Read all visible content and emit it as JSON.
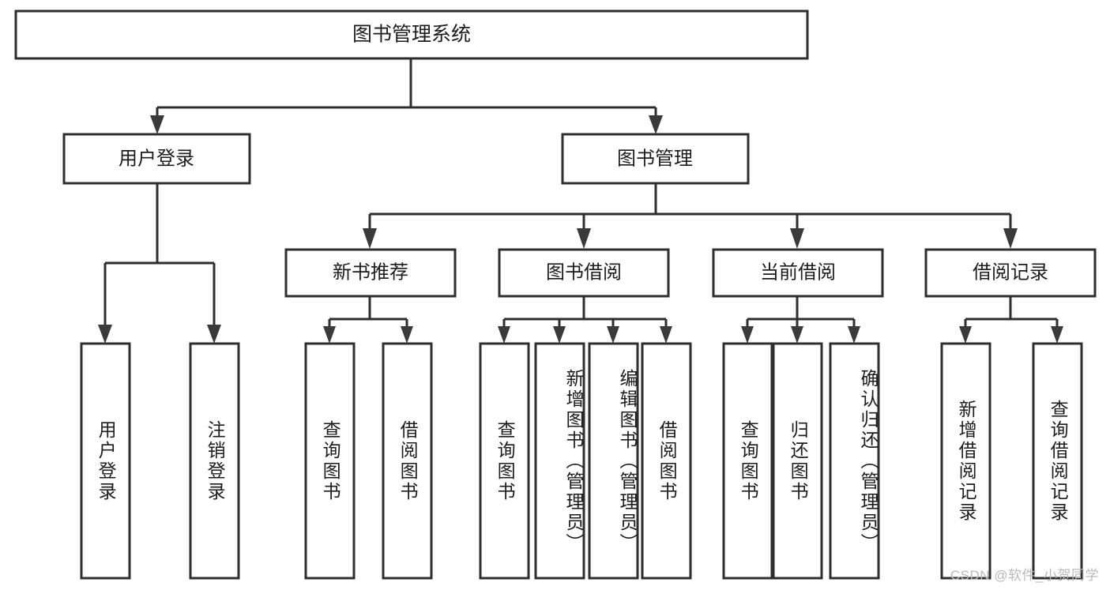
{
  "diagram": {
    "type": "tree-flowchart",
    "title": "图书管理系统",
    "watermark": "CSDN @软件_小贺同学",
    "colors": {
      "box_stroke": "#2e2e2e",
      "box_fill": "#ffffff",
      "text": "#1c1c1c",
      "connector": "#2e2e2e",
      "watermark": "#b9b9b9",
      "background": "#ffffff"
    },
    "root": {
      "label": "图书管理系统"
    },
    "level2": [
      {
        "label": "用户登录"
      },
      {
        "label": "图书管理"
      }
    ],
    "level3": [
      {
        "label": "新书推荐"
      },
      {
        "label": "图书借阅"
      },
      {
        "label": "当前借阅"
      },
      {
        "label": "借阅记录"
      }
    ],
    "leaves": {
      "user_login": [
        {
          "label": "用户登录"
        },
        {
          "label": "注销登录"
        }
      ],
      "new_book_recommend": [
        {
          "label": "查询图书"
        },
        {
          "label": "借阅图书"
        }
      ],
      "book_borrow": [
        {
          "label": "查询图书"
        },
        {
          "label": "新增图书（管理员）"
        },
        {
          "label": "编辑图书（管理员）"
        },
        {
          "label": "借阅图书"
        }
      ],
      "current_borrow": [
        {
          "label": "查询图书"
        },
        {
          "label": "归还图书"
        },
        {
          "label": "确认归还（管理员）"
        }
      ],
      "borrow_record": [
        {
          "label": "新增借阅记录"
        },
        {
          "label": "查询借阅记录"
        }
      ]
    }
  }
}
